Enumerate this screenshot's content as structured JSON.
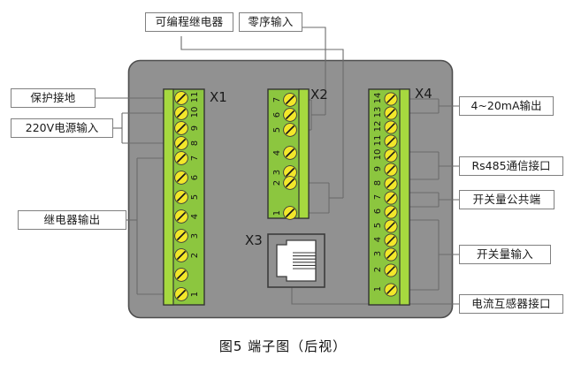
{
  "figure": {
    "caption": "图5  端子图（后视）",
    "device_body_color": "#919191",
    "connector_body_color": "#8cc63f",
    "connector_rail_color": "#a6d93f",
    "screw_color": "#f2e72a",
    "line_color": "#6b6b6b",
    "label_border_color": "#808080"
  },
  "connectors": [
    {
      "name": "X1",
      "terminal_count": 11,
      "numbers": [
        "1",
        "2",
        "3",
        "4",
        "5",
        "6",
        "7",
        "8",
        "9",
        "10",
        "11"
      ],
      "number_side": "right",
      "order": "bottom-to-top"
    },
    {
      "name": "X2",
      "terminal_count": 7,
      "numbers": [
        "1",
        "2",
        "3",
        "4",
        "5",
        "6",
        "7"
      ],
      "number_side": "left",
      "order": "bottom-to-top"
    },
    {
      "name": "X3",
      "terminal_count": 0,
      "numbers": [],
      "number_side": "none",
      "order": "none",
      "style": "rj45-socket"
    },
    {
      "name": "X4",
      "terminal_count": 14,
      "numbers": [
        "1",
        "2",
        "3",
        "4",
        "5",
        "6",
        "7",
        "8",
        "9",
        "10",
        "11",
        "12",
        "13",
        "14"
      ],
      "number_side": "left",
      "order": "bottom-to-top"
    }
  ],
  "labels": {
    "top": [
      {
        "id": "programmable-relay",
        "text": "可编程继电器",
        "connects_to": "X2",
        "terminals": "1-2"
      },
      {
        "id": "zero-sequence-input",
        "text": "零序输入",
        "connects_to": "X2",
        "terminals": "5-7"
      }
    ],
    "left": [
      {
        "id": "protective-earth",
        "text": "保护接地",
        "connects_to": "X1",
        "terminals": "11"
      },
      {
        "id": "power-input-220v",
        "text": "220V电源输入",
        "connects_to": "X1",
        "terminals": "9-10"
      },
      {
        "id": "relay-output",
        "text": "继电器输出",
        "connects_to": "X1",
        "terminals": "1-8"
      }
    ],
    "right": [
      {
        "id": "analog-output-4-20ma",
        "text": "4~20mA输出",
        "connects_to": "X4",
        "terminals": "13-14"
      },
      {
        "id": "rs485-interface",
        "text": "Rs485通信接口",
        "connects_to": "X4",
        "terminals": "9-11"
      },
      {
        "id": "digital-input-common",
        "text": "开关量公共端",
        "connects_to": "X4",
        "terminals": "7-8"
      },
      {
        "id": "digital-input",
        "text": "开关量输入",
        "connects_to": "X4",
        "terminals": "1-6"
      },
      {
        "id": "ct-interface",
        "text": "电流互感器接口",
        "connects_to": "X3",
        "terminals": ""
      }
    ]
  }
}
